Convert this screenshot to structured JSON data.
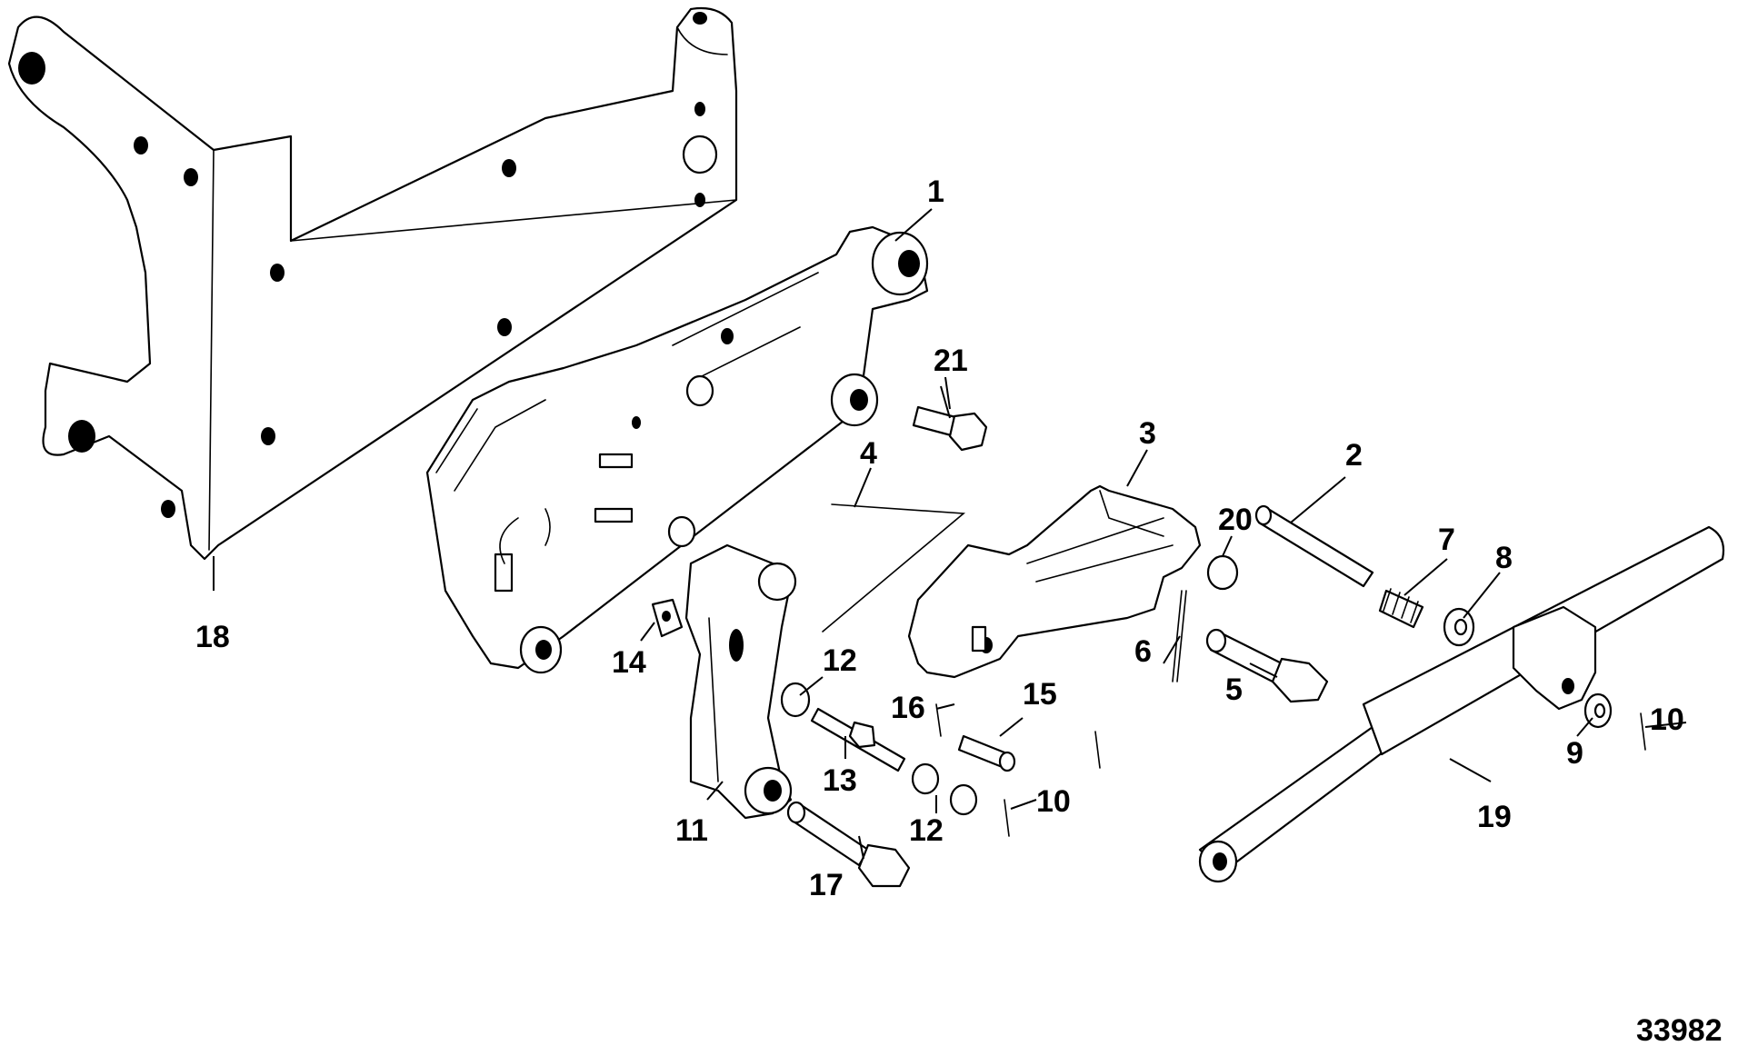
{
  "callouts": [
    {
      "id": "c1",
      "label": "1"
    },
    {
      "id": "c2",
      "label": "2"
    },
    {
      "id": "c3",
      "label": "3"
    },
    {
      "id": "c4",
      "label": "4"
    },
    {
      "id": "c5",
      "label": "5"
    },
    {
      "id": "c6",
      "label": "6"
    },
    {
      "id": "c7",
      "label": "7"
    },
    {
      "id": "c8",
      "label": "8"
    },
    {
      "id": "c9",
      "label": "9"
    },
    {
      "id": "c10a",
      "label": "10"
    },
    {
      "id": "c10b",
      "label": "10"
    },
    {
      "id": "c11",
      "label": "11"
    },
    {
      "id": "c12a",
      "label": "12"
    },
    {
      "id": "c12b",
      "label": "12"
    },
    {
      "id": "c13",
      "label": "13"
    },
    {
      "id": "c14",
      "label": "14"
    },
    {
      "id": "c15",
      "label": "15"
    },
    {
      "id": "c16",
      "label": "16"
    },
    {
      "id": "c17",
      "label": "17"
    },
    {
      "id": "c18",
      "label": "18"
    },
    {
      "id": "c19",
      "label": "19"
    },
    {
      "id": "c20",
      "label": "20"
    },
    {
      "id": "c21",
      "label": "21"
    }
  ],
  "figure_number": "33982"
}
